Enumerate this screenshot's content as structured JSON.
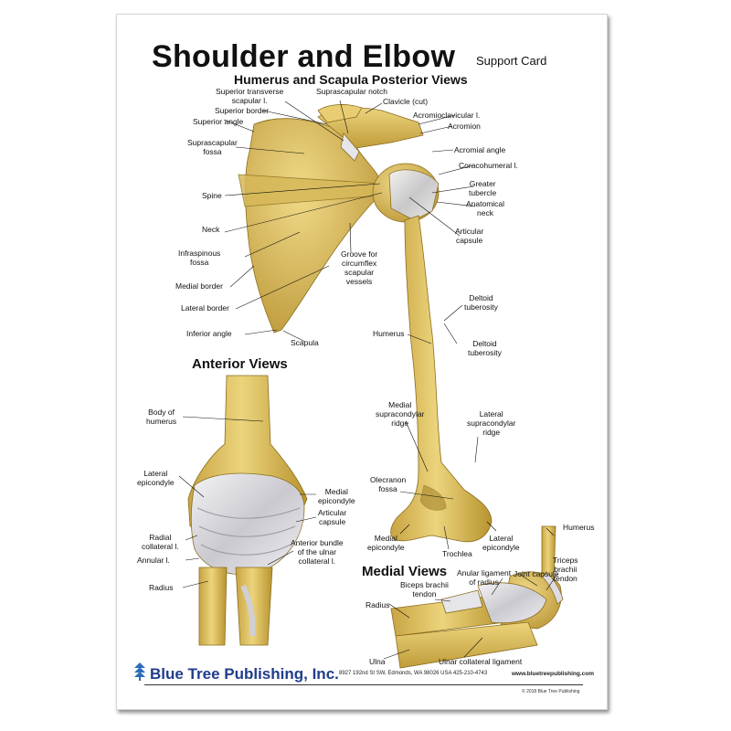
{
  "header": {
    "title": "Shoulder and Elbow",
    "title_suffix": "Support Card",
    "subtitle": "Humerus and Scapula Posterior Views"
  },
  "sections": {
    "anterior": "Anterior Views",
    "medial": "Medial Views"
  },
  "labels": {
    "superior_transverse": "Superior transverse\nscapular l.",
    "suprascapular_notch": "Suprascapular notch",
    "clavicle": "Clavicle (cut)",
    "superior_border": "Superior border",
    "acromioclavicular": "Acromioclavicular l.",
    "superior_angle": "Superior angle",
    "acromion": "Acromion",
    "suprascapular_fossa": "Suprascapular\nfossa",
    "acromial_angle": "Acromial angle",
    "coracohumeral": "Coracohumeral l.",
    "greater_tubercle": "Greater\ntubercle",
    "spine": "Spine",
    "anatomical_neck": "Anatomical\nneck",
    "neck": "Neck",
    "articular_capsule_post": "Articular\ncapsule",
    "infraspinous_fossa": "Infraspinous\nfossa",
    "groove": "Groove for\ncircumflex\nscapular\nvessels",
    "medial_border": "Medial border",
    "lateral_border": "Lateral border",
    "deltoid_tuberosity_1": "Deltoid\ntuberosity",
    "inferior_angle": "Inferior angle",
    "humerus_post": "Humerus",
    "deltoid_tuberosity_2": "Deltoid\ntuberosity",
    "scapula": "Scapula",
    "body_of_humerus": "Body of\nhumerus",
    "medial_supracondylar": "Medial\nsupracondylar\nridge",
    "lateral_supracondylar": "Lateral\nsupracondylar\nridge",
    "lateral_epicondyle_ant": "Lateral\nepicondyle",
    "medial_epicondyle_ant": "Medial\nepicondyle",
    "olecranon_fossa": "Olecranon\nfossa",
    "articular_capsule_ant": "Articular\ncapsule",
    "radial_collateral": "Radial\ncollateral l.",
    "annular": "Annular l.",
    "anterior_bundle": "Anterior bundle\nof the ulnar\ncollateral l.",
    "medial_epicondyle_post": "Medial\nepicondyle",
    "lateral_epicondyle_post": "Lateral\nepicondyle",
    "trochlea": "Trochlea",
    "humerus_med": "Humerus",
    "radius_ant": "Radius",
    "joint_capsule": "Joint capsule",
    "triceps": "Triceps\nbrachii\ntendon",
    "anular_ligament": "Anular ligament\nof radius",
    "biceps": "Biceps brachii\ntendon",
    "radius_med": "Radius",
    "ulna": "Ulna",
    "ulnar_collateral": "Ulnar collateral ligament"
  },
  "footer": {
    "publisher": "Blue Tree Publishing, Inc.",
    "address": "8927 192nd St SW, Edmonds, WA 98026 USA 425-210-4743",
    "website": "www.bluetreepublishing.com",
    "copyright": "© 2018 Blue Tree Publishing"
  },
  "colors": {
    "bone": "#e2c868",
    "bone_dark": "#b89632",
    "ligament": "#e8e8ec",
    "brand": "#1f3d8c"
  },
  "icons": {
    "logo": "blue-tree-logo-icon"
  }
}
